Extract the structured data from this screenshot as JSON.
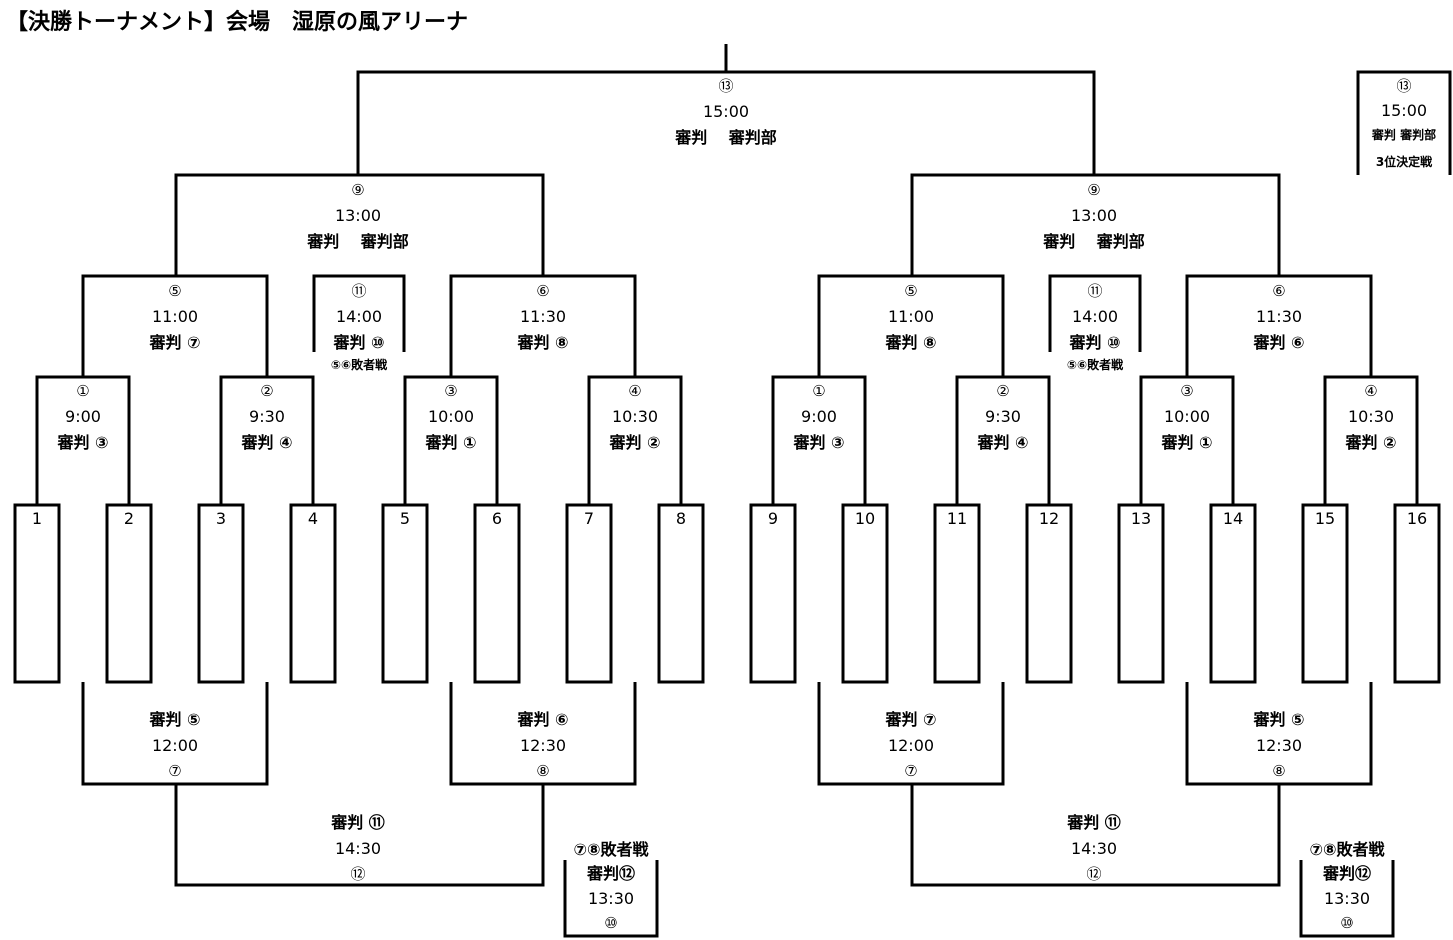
{
  "title": "【決勝トーナメント】会場　湿原の風アリーナ",
  "final": {
    "num": "⑬",
    "time": "15:00",
    "ref": "審判　 審判部"
  },
  "third_place": {
    "num": "⑬",
    "time": "15:00",
    "ref": "審判 審判部",
    "label": "3位決定戦"
  },
  "semis": {
    "num": "⑨",
    "time": "13:00",
    "ref": "審判　 審判部"
  },
  "left": {
    "r2": [
      {
        "num": "⑤",
        "time": "11:00",
        "ref": "審判 ⑦"
      },
      {
        "num": "⑥",
        "time": "11:30",
        "ref": "審判 ⑧"
      }
    ],
    "consolation_56": {
      "num": "⑪",
      "time": "14:00",
      "ref": "審判 ⑩",
      "label": "⑤⑥敗者戦"
    },
    "r1": [
      {
        "num": "①",
        "time": "9:00",
        "ref": "審判 ③"
      },
      {
        "num": "②",
        "time": "9:30",
        "ref": "審判 ④"
      },
      {
        "num": "③",
        "time": "10:00",
        "ref": "審判 ①"
      },
      {
        "num": "④",
        "time": "10:30",
        "ref": "審判 ②"
      }
    ],
    "lower_r1": [
      {
        "ref": "審判 ⑤",
        "time": "12:00",
        "num": "⑦"
      },
      {
        "ref": "審判 ⑥",
        "time": "12:30",
        "num": "⑧"
      }
    ],
    "lower_final": {
      "ref": "審判 ⑪",
      "time": "14:30",
      "num": "⑫"
    },
    "consolation_78": {
      "label": "⑦⑧敗者戦",
      "ref": "審判⑫",
      "time": "13:30",
      "num": "⑩"
    }
  },
  "right": {
    "r2": [
      {
        "num": "⑤",
        "time": "11:00",
        "ref": "審判 ⑧"
      },
      {
        "num": "⑥",
        "time": "11:30",
        "ref": "審判 ⑥"
      }
    ],
    "consolation_56": {
      "num": "⑪",
      "time": "14:00",
      "ref": "審判 ⑩",
      "label": "⑤⑥敗者戦"
    },
    "r1": [
      {
        "num": "①",
        "time": "9:00",
        "ref": "審判 ③"
      },
      {
        "num": "②",
        "time": "9:30",
        "ref": "審判 ④"
      },
      {
        "num": "③",
        "time": "10:00",
        "ref": "審判 ①"
      },
      {
        "num": "④",
        "time": "10:30",
        "ref": "審判 ②"
      }
    ],
    "lower_r1": [
      {
        "ref": "審判 ⑦",
        "time": "12:00",
        "num": "⑦"
      },
      {
        "ref": "審判 ⑤",
        "time": "12:30",
        "num": "⑧"
      }
    ],
    "lower_final": {
      "ref": "審判 ⑪",
      "time": "14:30",
      "num": "⑫"
    },
    "consolation_78": {
      "label": "⑦⑧敗者戦",
      "ref": "審判⑫",
      "time": "13:30",
      "num": "⑩"
    }
  },
  "teams": [
    "1",
    "2",
    "3",
    "4",
    "5",
    "6",
    "7",
    "8",
    "9",
    "10",
    "11",
    "12",
    "13",
    "14",
    "15",
    "16"
  ]
}
